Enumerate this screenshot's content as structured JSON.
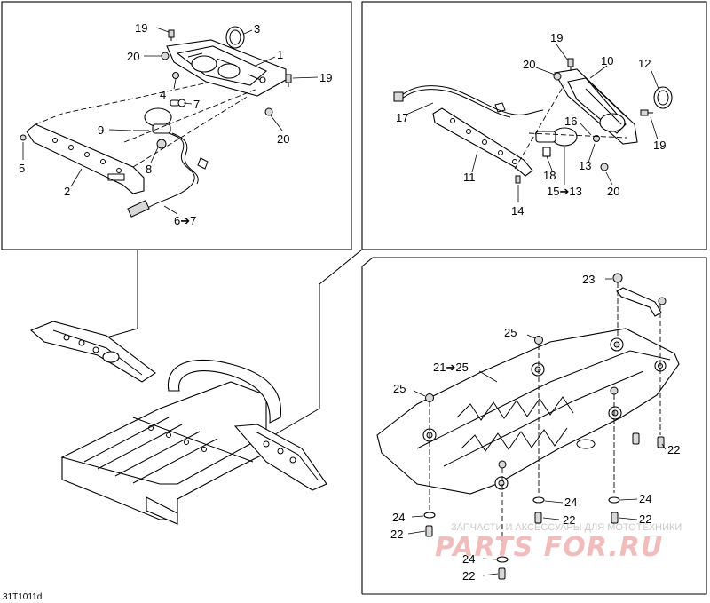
{
  "diagram": {
    "code": "31T1011d",
    "watermark": {
      "text": "ЗАПЧАСТИ И АКСЕССУАРЫ ДЛЯ МОТОТЕХНИКИ",
      "logo": "PARTS FOR.RU"
    },
    "panels": {
      "top_left": {
        "labels": [
          "19",
          "3",
          "20",
          "1",
          "19",
          "4",
          "7",
          "9",
          "20",
          "5",
          "8",
          "2",
          "6➔7"
        ]
      },
      "top_right": {
        "labels": [
          "19",
          "20",
          "10",
          "12",
          "17",
          "16",
          "19",
          "13",
          "18",
          "11",
          "15➔13",
          "20",
          "14"
        ]
      },
      "bottom_right": {
        "labels": [
          "23",
          "25",
          "21➔25",
          "25",
          "22",
          "24",
          "22",
          "24",
          "22",
          "24",
          "22",
          "24",
          "22"
        ]
      }
    }
  }
}
